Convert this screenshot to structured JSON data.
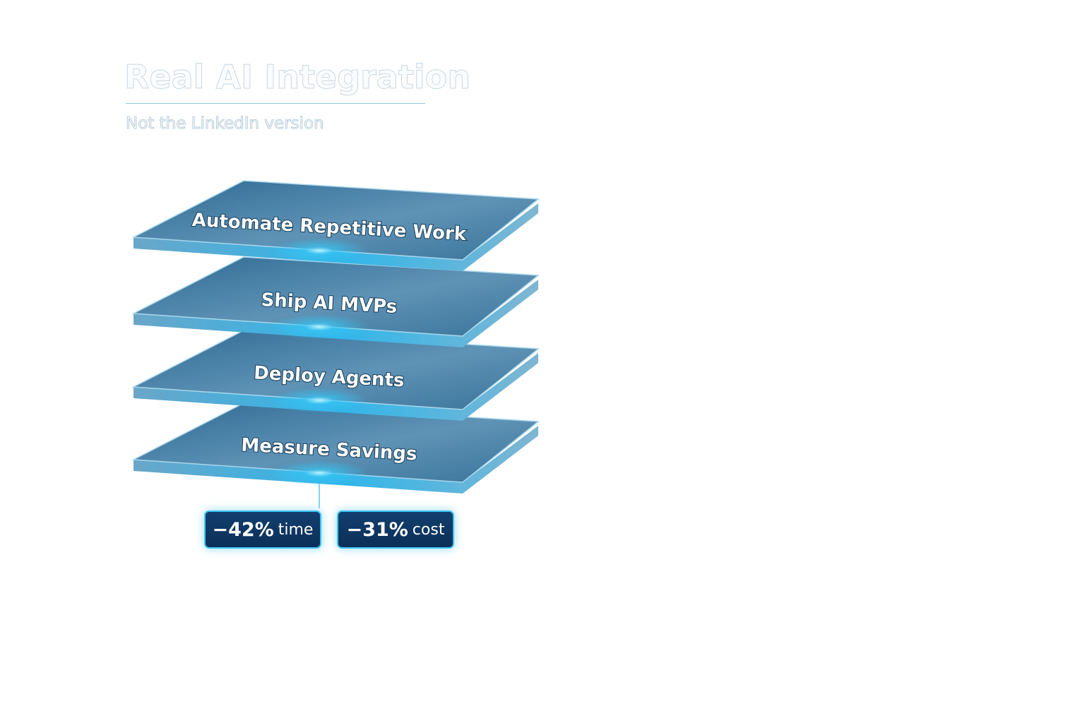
{
  "header": {
    "title": "Real AI Integration",
    "subtitle": "Not the LinkedIn version"
  },
  "layers": [
    {
      "label": "Automate Repetitive Work"
    },
    {
      "label": "Ship AI MVPs"
    },
    {
      "label": "Deploy Agents"
    },
    {
      "label": "Measure Savings"
    }
  ],
  "metrics": [
    {
      "value": "−42%",
      "unit": "time"
    },
    {
      "value": "−31%",
      "unit": "cost"
    }
  ],
  "colors": {
    "slab": "#3f7aa3",
    "glow": "#39c8f5",
    "badge": "#0f3864"
  }
}
